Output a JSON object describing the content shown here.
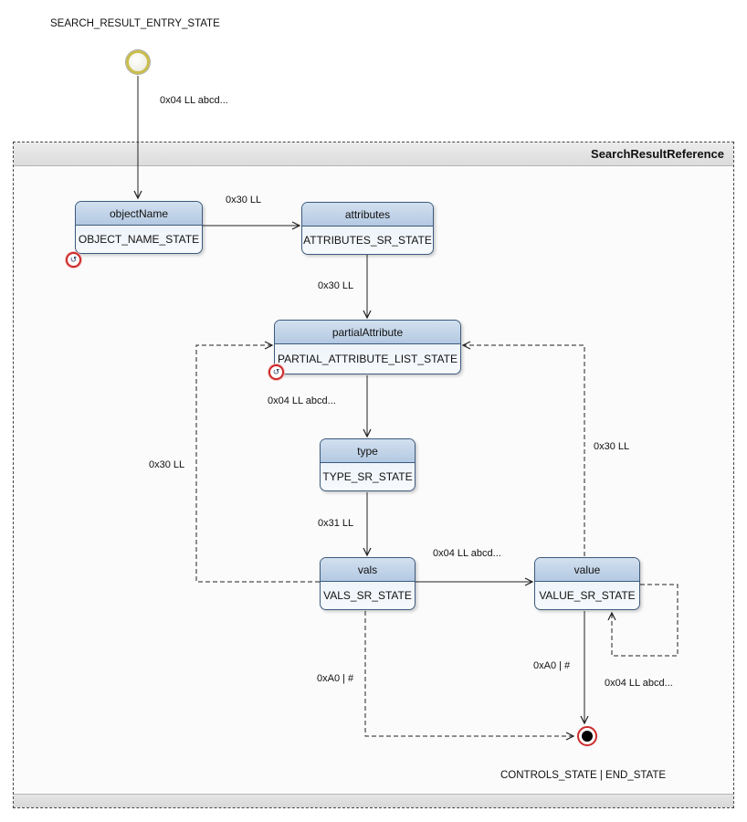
{
  "diagram": {
    "entry_label": "SEARCH_RESULT_ENTRY_STATE",
    "container_title": "SearchResultReference",
    "end_label": "CONTROLS_STATE | END_STATE",
    "states": {
      "objectName": {
        "name": "objectName",
        "state": "OBJECT_NAME_STATE"
      },
      "attributes": {
        "name": "attributes",
        "state": "ATTRIBUTES_SR_STATE"
      },
      "partialAttribute": {
        "name": "partialAttribute",
        "state": "PARTIAL_ATTRIBUTE_LIST_STATE"
      },
      "type": {
        "name": "type",
        "state": "TYPE_SR_STATE"
      },
      "vals": {
        "name": "vals",
        "state": "VALS_SR_STATE"
      },
      "value": {
        "name": "value",
        "state": "VALUE_SR_STATE"
      }
    },
    "transitions": {
      "entry_to_objectName": "0x04 LL abcd...",
      "objectName_to_attributes": "0x30 LL",
      "attributes_to_partialAttribute": "0x30 LL",
      "partialAttribute_to_type": "0x04 LL abcd...",
      "type_to_vals": "0x31 LL",
      "vals_to_value": "0x04 LL abcd...",
      "vals_to_partialAttribute": "0x30 LL",
      "value_to_partialAttribute": "0x30 LL",
      "value_self_loop": "0x04 LL abcd...",
      "value_to_end": "0xA0 | #",
      "vals_to_end": "0xA0 | #"
    },
    "icons": {
      "history_glyph": "↺"
    },
    "colors": {
      "state_border": "#3c5a7d",
      "state_header": "#b3c9e2",
      "state_body": "#e6eef7",
      "start_ring": "#c9bd4b",
      "end_ring": "#cc2a2a",
      "connector": "#222222"
    }
  }
}
